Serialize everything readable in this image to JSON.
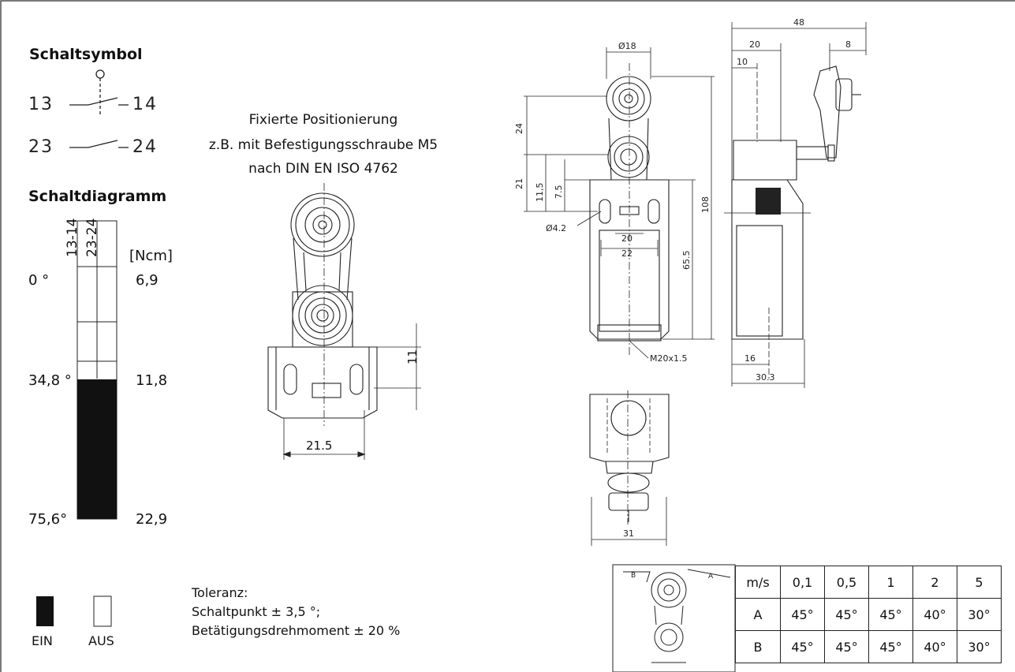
{
  "switch_symbol": {
    "title": "Schaltsymbol",
    "contact1_left": "13",
    "contact1_right": "14",
    "contact2_left": "23",
    "contact2_right": "24"
  },
  "switch_diagram": {
    "title": "Schaltdiagramm",
    "col1": "13-14",
    "col2": "23-24",
    "unit": "[Ncm]",
    "angles": [
      "0 °",
      "34,8 °",
      "75,6°"
    ],
    "torques": [
      "6,9",
      "11,8",
      "22,9"
    ]
  },
  "fixation": {
    "line1": "Fixierte Positionierung",
    "line2": "z.B. mit Befestigungsschraube M5",
    "line3": "nach DIN EN ISO 4762",
    "dim_11": "11",
    "dim_21_5": "21.5"
  },
  "front_view": {
    "d18": "Ø18",
    "d24": "24",
    "d21": "21",
    "d11_5": "11,5",
    "d7_5": "7.5",
    "d4_2": "Ø4.2",
    "d20": "20",
    "d22": "22",
    "d65_5": "65.5",
    "d108": "108",
    "thread": "M20x1.5"
  },
  "side_view": {
    "d48": "48",
    "d20": "20",
    "d8": "8",
    "d10": "10",
    "d16": "16",
    "d30_3": "30.3"
  },
  "bottom_view": {
    "d31": "31"
  },
  "legend": {
    "ein": "EIN",
    "aus": "AUS"
  },
  "tolerance": {
    "line1": "Toleranz:",
    "line2": "Schaltpunkt ± 3,5 °;",
    "line3": "Betätigungsdrehmoment ± 20 %"
  },
  "speed_table": {
    "header": [
      "m/s",
      "0,1",
      "0,5",
      "1",
      "2",
      "5"
    ],
    "row_a": [
      "A",
      "45°",
      "45°",
      "45°",
      "40°",
      "30°"
    ],
    "row_b": [
      "B",
      "45°",
      "45°",
      "45°",
      "40°",
      "30°"
    ],
    "mini_a": "A",
    "mini_b": "B"
  }
}
